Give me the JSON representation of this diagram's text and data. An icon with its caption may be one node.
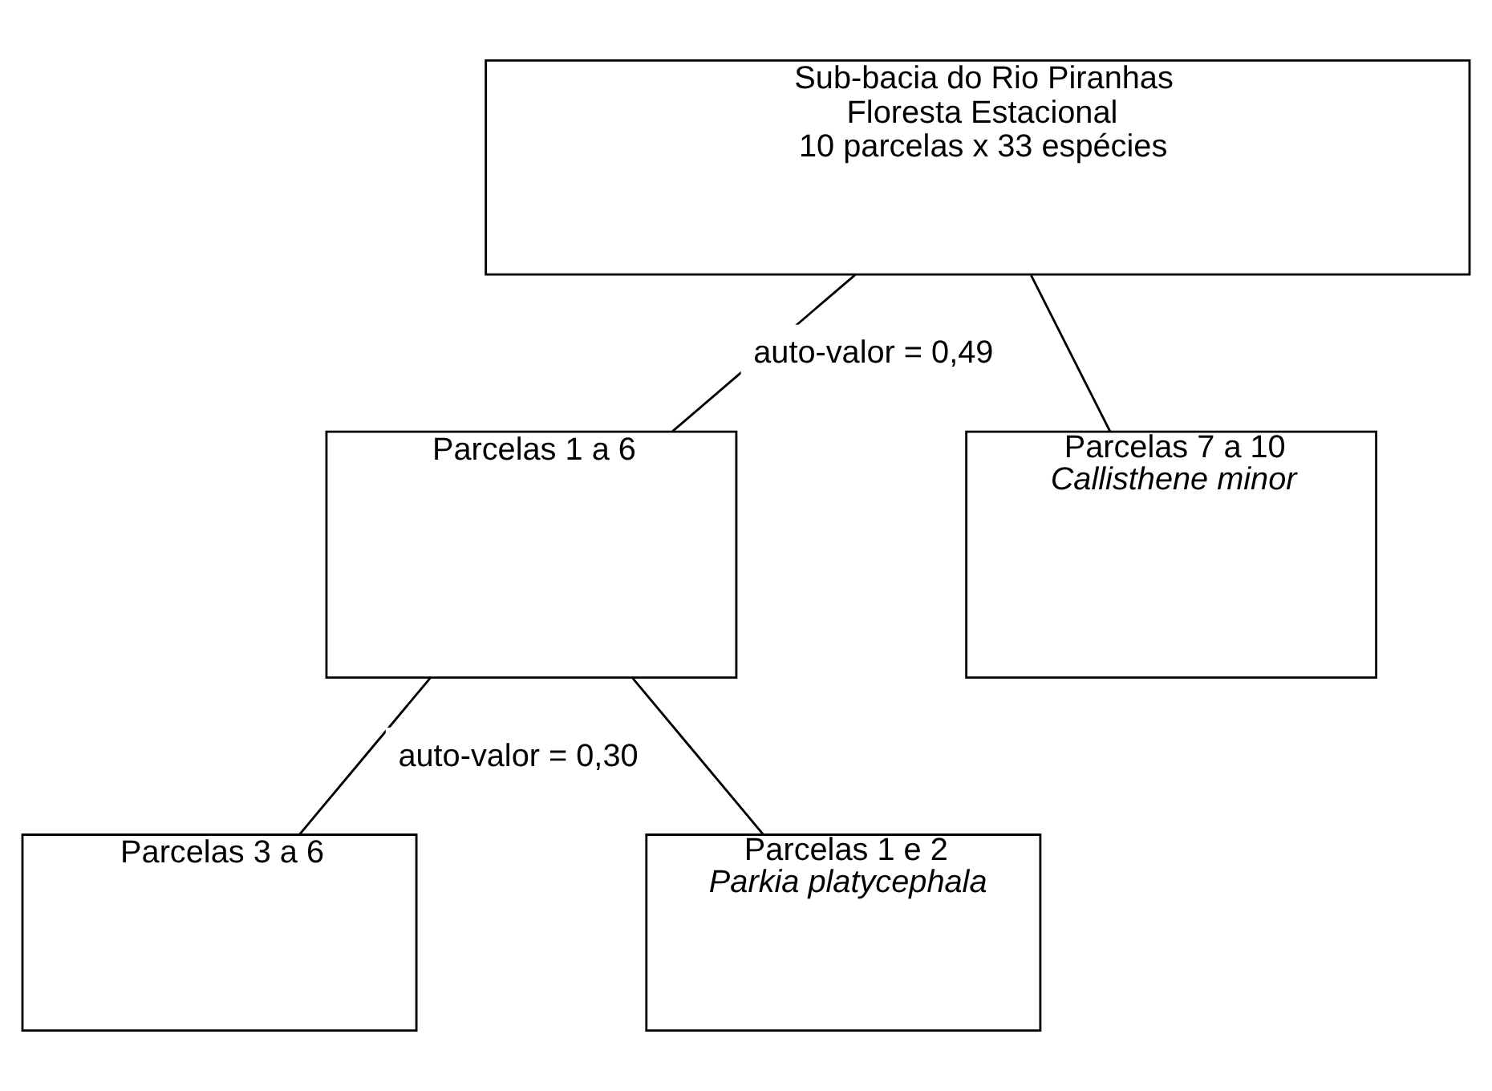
{
  "diagram": {
    "nodes": [
      {
        "text": [
          "Sub-bacia do Rio Piranhas",
          "Floresta Estacional",
          "10 parcelas x 33 espécies"
        ]
      },
      {
        "text": [
          "Parcelas 1 a 6"
        ]
      },
      {
        "text": [
          "Parcelas 7 a 10",
          "Callisthene minor"
        ]
      },
      {
        "text": [
          "Parcelas 3 a 6"
        ]
      },
      {
        "text": [
          "Parcelas 1 e 2",
          "Parkia platycephala"
        ]
      }
    ],
    "edges": [
      {
        "from": 0,
        "to": 1,
        "arrow": "none",
        "label": "auto-valor = 0,49"
      },
      {
        "from": 0,
        "to": 2,
        "arrow": "none"
      },
      {
        "from": 1,
        "to": 3,
        "arrow": "none",
        "label": "auto-valor = 0,30"
      },
      {
        "from": 1,
        "to": 4,
        "arrow": "none"
      }
    ]
  }
}
